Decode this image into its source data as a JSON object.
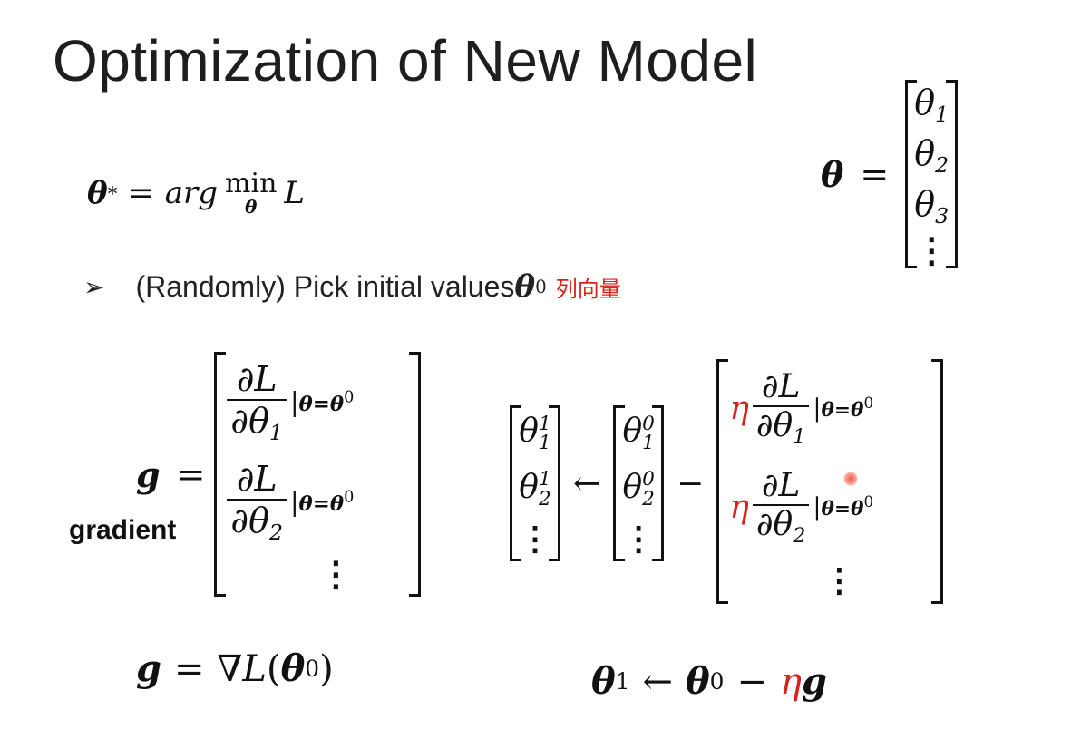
{
  "title": "Optimization of New Model",
  "objective": {
    "lhs": "θ",
    "star": "*",
    "eq": "=",
    "argmin": "arg",
    "min": "min",
    "under": "θ",
    "loss": "L"
  },
  "theta_def": {
    "lhs": "θ",
    "eq": "=",
    "entries": [
      "θ",
      "θ",
      "θ"
    ],
    "subs": [
      "1",
      "2",
      "3"
    ],
    "dots": "⋮"
  },
  "bullet": {
    "marker": "➢",
    "text": "(Randomly) Pick initial values ",
    "theta": "θ",
    "sup": "0",
    "annotation": "列向量",
    "annotation_color": "#d8231c"
  },
  "gradient": {
    "lhs": "g",
    "eq": "=",
    "caption": "gradient",
    "num": "∂L",
    "den1": "∂θ",
    "den2": "∂θ",
    "sub1": "1",
    "sub2": "2",
    "eval": "|",
    "eval_cond": "θ=θ",
    "eval_sup": "0",
    "dots": "⋮"
  },
  "update_matrix": {
    "left_entries": [
      "θ",
      "θ"
    ],
    "left_subs": [
      "1",
      "2"
    ],
    "left_sups": [
      "1",
      "1"
    ],
    "arrow": "←",
    "mid_entries": [
      "θ",
      "θ"
    ],
    "mid_subs": [
      "1",
      "2"
    ],
    "mid_sups": [
      "0",
      "0"
    ],
    "minus": "−",
    "eta": "η",
    "num": "∂L",
    "den1": "∂θ",
    "den2": "∂θ",
    "sub1": "1",
    "sub2": "2",
    "eval": "|",
    "eval_cond": "θ=θ",
    "eval_sup": "0",
    "dots": "⋮"
  },
  "gradient_short": {
    "lhs": "g",
    "eq": "=",
    "nabla": "∇",
    "L": "L",
    "open": "(",
    "theta": "θ",
    "sup": "0",
    "close": ")"
  },
  "update_short": {
    "theta1": "θ",
    "sup1": "1",
    "arrow": "←",
    "theta0": "θ",
    "sup0": "0",
    "minus": "−",
    "eta": "η",
    "g": "g"
  },
  "colors": {
    "accent": "#d8231c",
    "text": "#111111"
  }
}
